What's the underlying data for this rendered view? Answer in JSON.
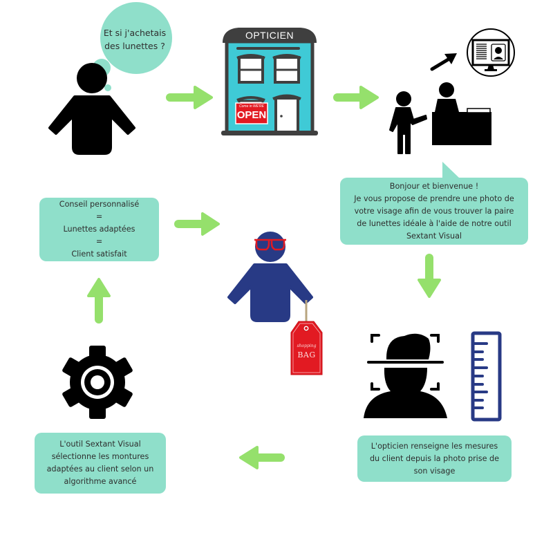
{
  "title": "Parcours client opticien avec Sextant Visual",
  "colors": {
    "box_fill": "#8fdfca",
    "arrow_green": "#95e06c",
    "figure_black": "#000000",
    "figure_blue": "#283a85",
    "shop_teal": "#3fcad6",
    "shop_gray": "#3f3f3f",
    "red": "#e21a22",
    "ruler_blue": "#283a85"
  },
  "steps": {
    "thought_bubble": {
      "lines": [
        "Et si j'achetais",
        "des lunettes ?"
      ]
    },
    "shop": {
      "sign": "OPTICIEN",
      "open_sign_small": "Come in WE'RE",
      "open_sign_big": "OPEN"
    },
    "welcome_box": {
      "lines": [
        "Bonjour et bienvenue !",
        "Je vous propose de prendre une photo de",
        "votre visage afin de vous trouver la paire",
        "de lunettes idéale à l'aide de notre outil",
        "Sextant Visual"
      ]
    },
    "measure_box": {
      "lines": [
        "L'opticien renseigne les mesures",
        "du client depuis la photo prise de",
        "son visage"
      ]
    },
    "algorithm_box": {
      "lines": [
        "L'outil Sextant Visual",
        "sélectionne les montures",
        "adaptées au client selon un",
        "algorithme avancé"
      ]
    },
    "result_box": {
      "lines": [
        "Conseil personnalisé",
        "=",
        "Lunettes adaptées",
        "=",
        "Client satisfait"
      ]
    },
    "shopping_tag": {
      "small": "shopping",
      "big": "BAG"
    }
  },
  "icons": [
    "thinking-person-icon",
    "optician-shop-icon",
    "customer-at-counter-icon",
    "monitor-profile-icon",
    "face-scan-icon",
    "ruler-icon",
    "gear-icon",
    "happy-customer-with-glasses-icon",
    "shopping-bag-tag-icon"
  ],
  "arrows": [
    "right",
    "right",
    "down",
    "left",
    "up",
    "right"
  ]
}
